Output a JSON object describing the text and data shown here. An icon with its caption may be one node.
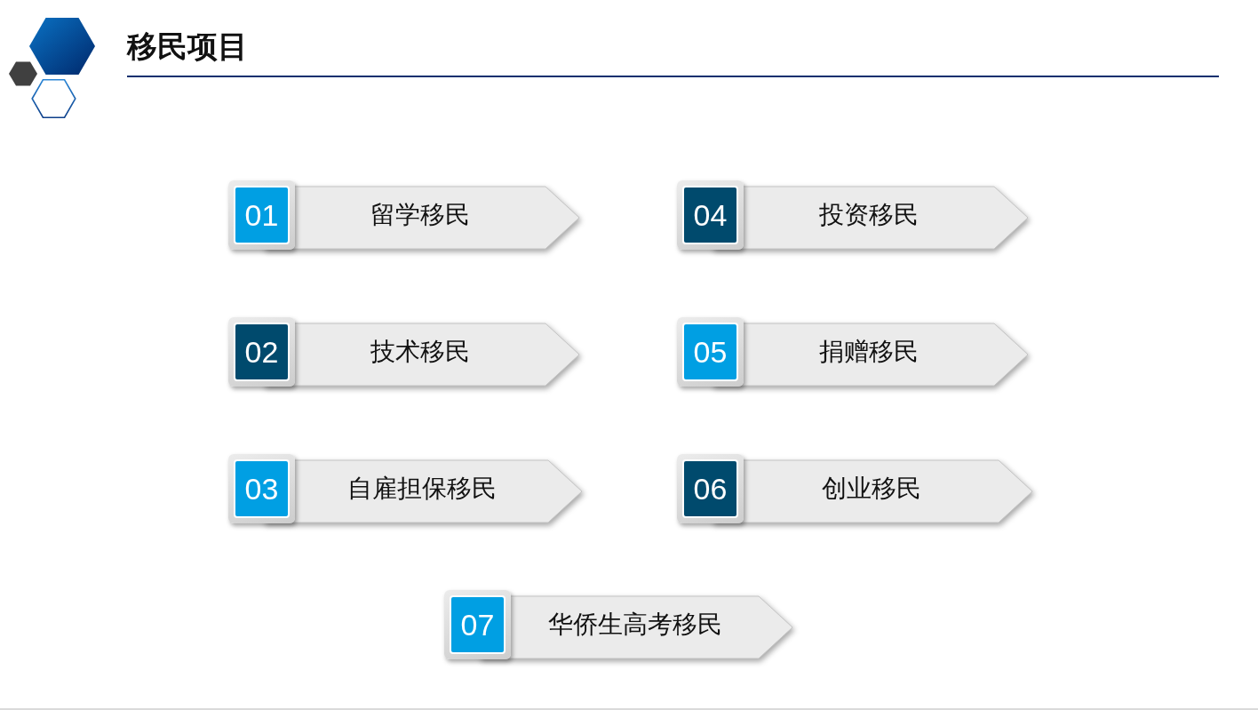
{
  "diagram": {
    "title": "移民项目",
    "nodes": [
      {
        "text": [
          "01",
          "留学移民"
        ]
      },
      {
        "text": [
          "02",
          "技术移民"
        ]
      },
      {
        "text": [
          "03",
          "自雇担保移民"
        ]
      },
      {
        "text": [
          "04",
          "投资移民"
        ]
      },
      {
        "text": [
          "05",
          "捐赠移民"
        ]
      },
      {
        "text": [
          "06",
          "创业移民"
        ]
      },
      {
        "text": [
          "07",
          "华侨生高考移民"
        ]
      }
    ]
  }
}
